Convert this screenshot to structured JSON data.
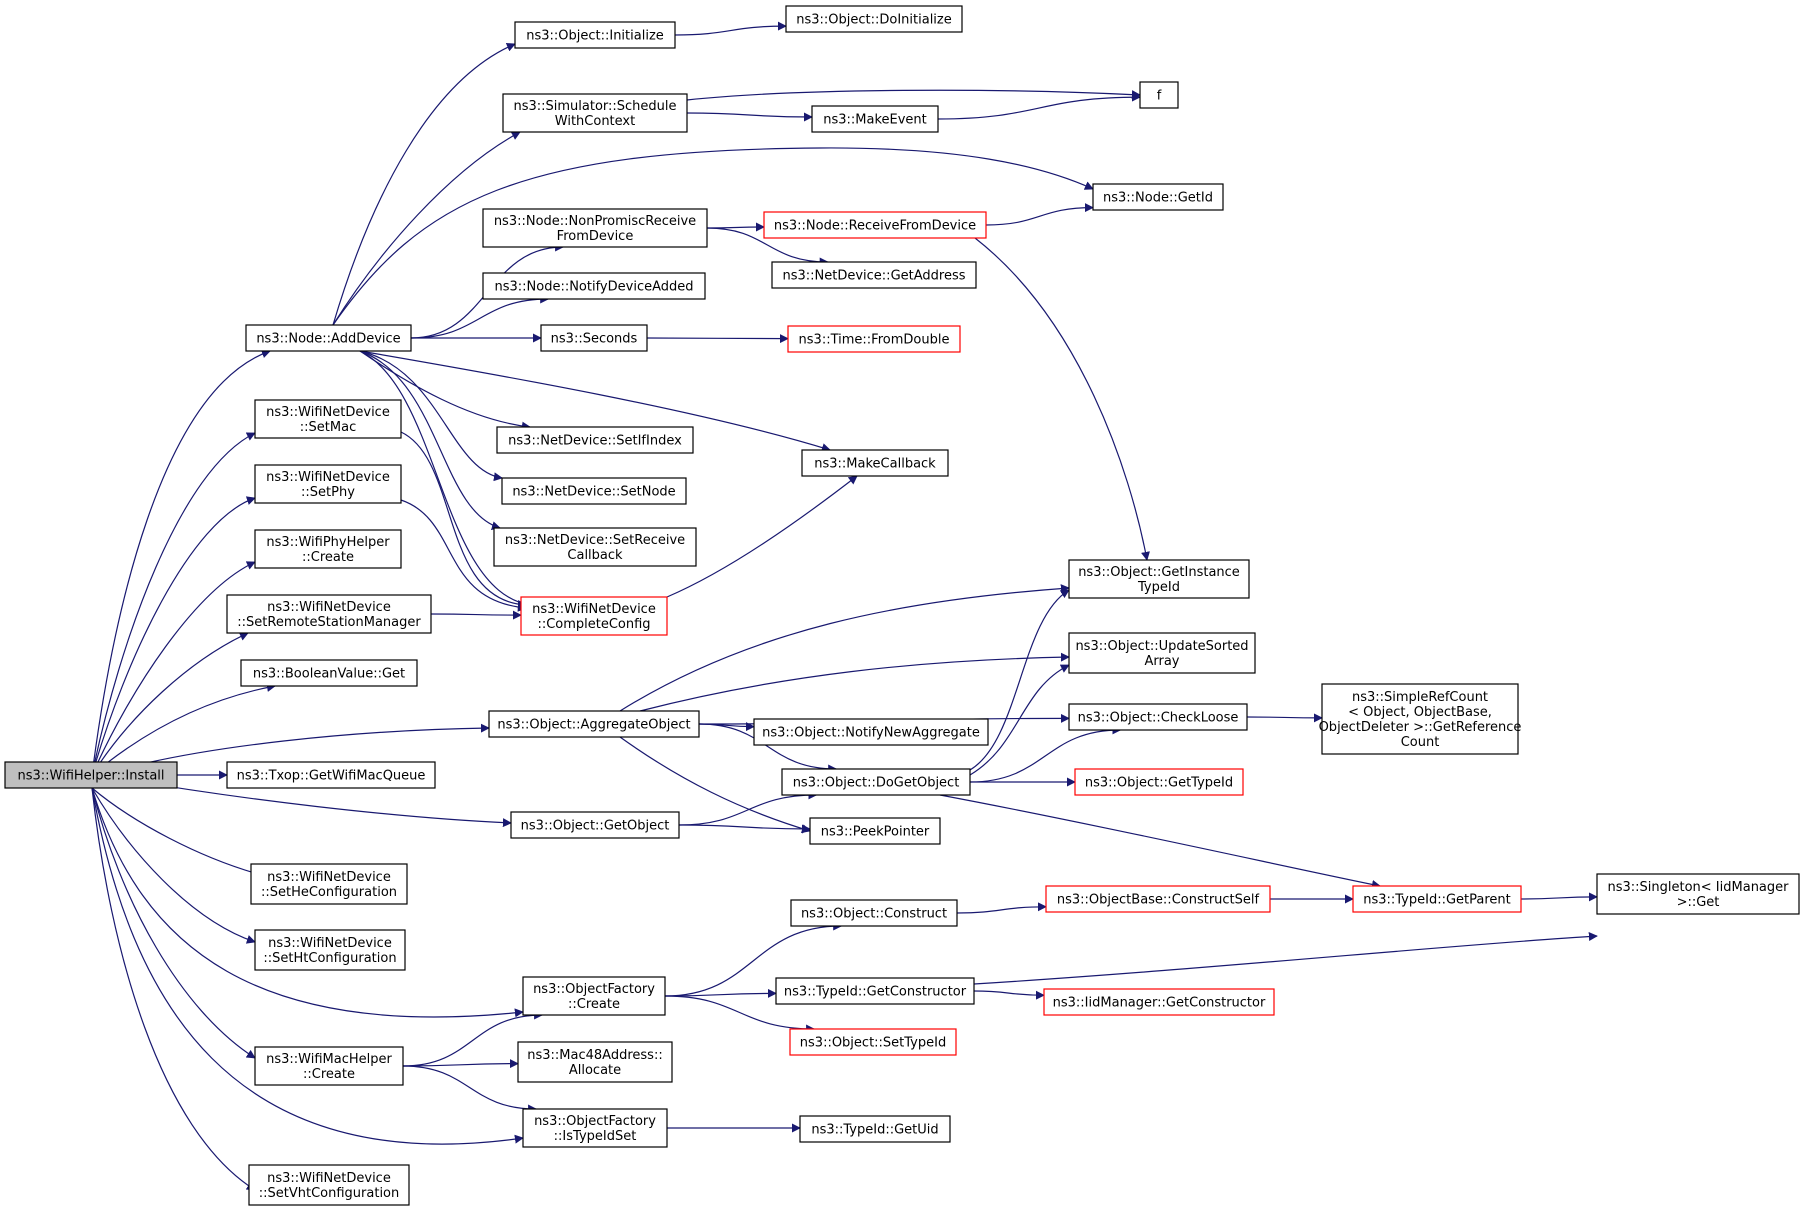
{
  "nodes": [
    {
      "id": "install",
      "lines": [
        "ns3::WifiHelper::Install"
      ],
      "root": true
    },
    {
      "id": "initialize",
      "lines": [
        "ns3::Object::Initialize"
      ]
    },
    {
      "id": "doinitialize",
      "lines": [
        "ns3::Object::DoInitialize"
      ]
    },
    {
      "id": "schedule",
      "lines": [
        "ns3::Simulator::Schedule",
        "WithContext"
      ]
    },
    {
      "id": "f",
      "lines": [
        "f"
      ]
    },
    {
      "id": "makeevent",
      "lines": [
        "ns3::MakeEvent"
      ]
    },
    {
      "id": "getid",
      "lines": [
        "ns3::Node::GetId"
      ]
    },
    {
      "id": "nonpromisc",
      "lines": [
        "ns3::Node::NonPromiscReceive",
        "FromDevice"
      ]
    },
    {
      "id": "receivefromdevice",
      "lines": [
        "ns3::Node::ReceiveFromDevice"
      ],
      "red": true
    },
    {
      "id": "getaddress",
      "lines": [
        "ns3::NetDevice::GetAddress"
      ]
    },
    {
      "id": "notifydeviceadded",
      "lines": [
        "ns3::Node::NotifyDeviceAdded"
      ]
    },
    {
      "id": "adddevice",
      "lines": [
        "ns3::Node::AddDevice"
      ]
    },
    {
      "id": "seconds",
      "lines": [
        "ns3::Seconds"
      ]
    },
    {
      "id": "fromdouble",
      "lines": [
        "ns3::Time::FromDouble"
      ],
      "red": true
    },
    {
      "id": "setmac",
      "lines": [
        "ns3::WifiNetDevice",
        "::SetMac"
      ]
    },
    {
      "id": "setifindex",
      "lines": [
        "ns3::NetDevice::SetIfIndex"
      ]
    },
    {
      "id": "makecallback",
      "lines": [
        "ns3::MakeCallback"
      ]
    },
    {
      "id": "setphy",
      "lines": [
        "ns3::WifiNetDevice",
        "::SetPhy"
      ]
    },
    {
      "id": "setnode",
      "lines": [
        "ns3::NetDevice::SetNode"
      ]
    },
    {
      "id": "phyhelpercreate",
      "lines": [
        "ns3::WifiPhyHelper",
        "::Create"
      ]
    },
    {
      "id": "setreceivecallback",
      "lines": [
        "ns3::NetDevice::SetReceive",
        "Callback"
      ]
    },
    {
      "id": "getinstancetypeid",
      "lines": [
        "ns3::Object::GetInstance",
        "TypeId"
      ]
    },
    {
      "id": "setremotestationmanager",
      "lines": [
        "ns3::WifiNetDevice",
        "::SetRemoteStationManager"
      ]
    },
    {
      "id": "completeconfig",
      "lines": [
        "ns3::WifiNetDevice",
        "::CompleteConfig"
      ],
      "red": true
    },
    {
      "id": "updatesortedarray",
      "lines": [
        "ns3::Object::UpdateSorted",
        "Array"
      ]
    },
    {
      "id": "booleanvalueget",
      "lines": [
        "ns3::BooleanValue::Get"
      ]
    },
    {
      "id": "simplerefcount",
      "lines": [
        "ns3::SimpleRefCount",
        "< Object, ObjectBase,",
        " ObjectDeleter >::GetReference",
        "Count"
      ]
    },
    {
      "id": "aggregateobject",
      "lines": [
        "ns3::Object::AggregateObject"
      ]
    },
    {
      "id": "checkloose",
      "lines": [
        "ns3::Object::CheckLoose"
      ]
    },
    {
      "id": "notifynewaggregate",
      "lines": [
        "ns3::Object::NotifyNewAggregate"
      ]
    },
    {
      "id": "getwifimacqueue",
      "lines": [
        "ns3::Txop::GetWifiMacQueue"
      ]
    },
    {
      "id": "dogetobject",
      "lines": [
        "ns3::Object::DoGetObject"
      ]
    },
    {
      "id": "gettypeid",
      "lines": [
        "ns3::Object::GetTypeId"
      ],
      "red": true
    },
    {
      "id": "getobject",
      "lines": [
        "ns3::Object::GetObject"
      ]
    },
    {
      "id": "peekpointer",
      "lines": [
        "ns3::PeekPointer"
      ]
    },
    {
      "id": "sethe",
      "lines": [
        "ns3::WifiNetDevice",
        "::SetHeConfiguration"
      ]
    },
    {
      "id": "objectconstruct",
      "lines": [
        "ns3::Object::Construct"
      ]
    },
    {
      "id": "constructself",
      "lines": [
        "ns3::ObjectBase::ConstructSelf"
      ],
      "red": true
    },
    {
      "id": "getparent",
      "lines": [
        "ns3::TypeId::GetParent"
      ],
      "red": true
    },
    {
      "id": "singletonget",
      "lines": [
        "ns3::Singleton< IidManager",
        " >::Get"
      ]
    },
    {
      "id": "setht",
      "lines": [
        "ns3::WifiNetDevice",
        "::SetHtConfiguration"
      ]
    },
    {
      "id": "factorycreate",
      "lines": [
        "ns3::ObjectFactory",
        "::Create"
      ]
    },
    {
      "id": "getconstructor",
      "lines": [
        "ns3::TypeId::GetConstructor"
      ]
    },
    {
      "id": "iidgetconstructor",
      "lines": [
        "ns3::IidManager::GetConstructor"
      ],
      "red": true
    },
    {
      "id": "settypeid",
      "lines": [
        "ns3::Object::SetTypeId"
      ],
      "red": true
    },
    {
      "id": "machelpercreate",
      "lines": [
        "ns3::WifiMacHelper",
        "::Create"
      ]
    },
    {
      "id": "mac48allocate",
      "lines": [
        "ns3::Mac48Address::",
        "Allocate"
      ]
    },
    {
      "id": "istypeidset",
      "lines": [
        "ns3::ObjectFactory",
        "::IsTypeIdSet"
      ]
    },
    {
      "id": "getuid",
      "lines": [
        "ns3::TypeId::GetUid"
      ]
    },
    {
      "id": "setvht",
      "lines": [
        "ns3::WifiNetDevice",
        "::SetVhtConfiguration"
      ]
    }
  ],
  "edges": [
    [
      "install",
      "adddevice"
    ],
    [
      "install",
      "setmac"
    ],
    [
      "install",
      "setphy"
    ],
    [
      "install",
      "phyhelpercreate"
    ],
    [
      "install",
      "setremotestationmanager"
    ],
    [
      "install",
      "booleanvalueget"
    ],
    [
      "install",
      "aggregateobject"
    ],
    [
      "install",
      "getwifimacqueue"
    ],
    [
      "install",
      "getobject"
    ],
    [
      "install",
      "sethe"
    ],
    [
      "install",
      "setht"
    ],
    [
      "install",
      "factorycreate"
    ],
    [
      "install",
      "machelpercreate"
    ],
    [
      "install",
      "istypeidset"
    ],
    [
      "install",
      "setvht"
    ],
    [
      "adddevice",
      "initialize"
    ],
    [
      "adddevice",
      "schedule"
    ],
    [
      "adddevice",
      "getid"
    ],
    [
      "adddevice",
      "nonpromisc"
    ],
    [
      "adddevice",
      "notifydeviceadded"
    ],
    [
      "adddevice",
      "seconds"
    ],
    [
      "adddevice",
      "setifindex"
    ],
    [
      "adddevice",
      "makecallback"
    ],
    [
      "adddevice",
      "setnode"
    ],
    [
      "adddevice",
      "setreceivecallback"
    ],
    [
      "adddevice",
      "completeconfig"
    ],
    [
      "initialize",
      "doinitialize"
    ],
    [
      "schedule",
      "f"
    ],
    [
      "schedule",
      "makeevent"
    ],
    [
      "makeevent",
      "f"
    ],
    [
      "nonpromisc",
      "receivefromdevice"
    ],
    [
      "nonpromisc",
      "getaddress"
    ],
    [
      "receivefromdevice",
      "getid"
    ],
    [
      "receivefromdevice",
      "getinstancetypeid"
    ],
    [
      "seconds",
      "fromdouble"
    ],
    [
      "setmac",
      "completeconfig"
    ],
    [
      "setphy",
      "completeconfig"
    ],
    [
      "setremotestationmanager",
      "completeconfig"
    ],
    [
      "completeconfig",
      "makecallback"
    ],
    [
      "aggregateobject",
      "getinstancetypeid"
    ],
    [
      "aggregateobject",
      "updatesortedarray"
    ],
    [
      "aggregateobject",
      "checkloose"
    ],
    [
      "aggregateobject",
      "notifynewaggregate"
    ],
    [
      "aggregateobject",
      "dogetobject"
    ],
    [
      "aggregateobject",
      "peekpointer"
    ],
    [
      "checkloose",
      "simplerefcount"
    ],
    [
      "dogetobject",
      "getinstancetypeid"
    ],
    [
      "dogetobject",
      "updatesortedarray"
    ],
    [
      "dogetobject",
      "checkloose"
    ],
    [
      "dogetobject",
      "gettypeid"
    ],
    [
      "dogetobject",
      "getparent"
    ],
    [
      "getobject",
      "dogetobject"
    ],
    [
      "getobject",
      "peekpointer"
    ],
    [
      "factorycreate",
      "objectconstruct"
    ],
    [
      "factorycreate",
      "getconstructor"
    ],
    [
      "factorycreate",
      "settypeid"
    ],
    [
      "objectconstruct",
      "constructself"
    ],
    [
      "constructself",
      "getparent"
    ],
    [
      "getparent",
      "singletonget"
    ],
    [
      "getconstructor",
      "singletonget"
    ],
    [
      "getconstructor",
      "iidgetconstructor"
    ],
    [
      "machelpercreate",
      "factorycreate"
    ],
    [
      "machelpercreate",
      "mac48allocate"
    ],
    [
      "machelpercreate",
      "istypeidset"
    ],
    [
      "istypeidset",
      "getuid"
    ]
  ]
}
